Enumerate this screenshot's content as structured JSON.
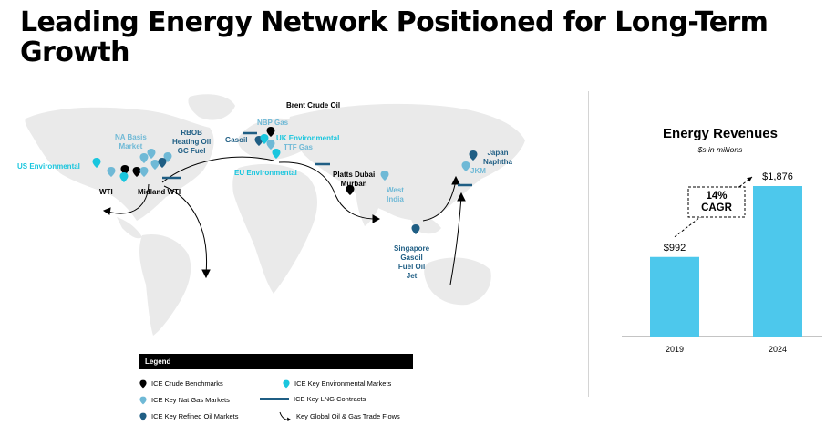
{
  "title": "Leading Energy Network Positioned for Long-Term Growth",
  "map": {
    "labels": {
      "brent": "Brent Crude Oil",
      "nbp": "NBP Gas",
      "gasoil": "Gasoil",
      "uk_env": "UK Environmental",
      "ttf": "TTF Gas",
      "eu_env": "EU Environmental",
      "na_basis": "NA Basis\nMarket",
      "rbob": "RBOB\nHeating Oil\nGC Fuel",
      "us_env": "US Environmental",
      "wti": "WTI",
      "midland": "Midland WTI",
      "platts": "Platts Dubai\nMurban",
      "west_india": "West\nIndia",
      "japan": "Japan\nNaphtha",
      "jkm": "JKM",
      "singapore": "Singapore\nGasoil\nFuel Oil\nJet"
    }
  },
  "legend": {
    "title": "Legend",
    "items": {
      "crude": "ICE Crude Benchmarks",
      "natgas": "ICE Key Nat Gas Markets",
      "refined": "ICE Key Refined Oil Markets",
      "env": "ICE Key Environmental Markets",
      "lng": "ICE Key LNG Contracts",
      "flows": "Key Global Oil & Gas Trade Flows"
    }
  },
  "colors": {
    "crude": "#000000",
    "natgas": "#6fb9d6",
    "refined": "#1f5e84",
    "environmental": "#19c6de",
    "bar": "#4dc8ec",
    "land": "#eaeaea"
  },
  "chart_data": {
    "type": "bar",
    "title": "Energy Revenues",
    "subtitle": "$s in millions",
    "categories": [
      "2019",
      "2024"
    ],
    "values": [
      992,
      1876
    ],
    "value_labels": [
      "$992",
      "$1,876"
    ],
    "annotation": "14%\nCAGR",
    "ylim": [
      0,
      2000
    ],
    "xlabel": "",
    "ylabel": "",
    "grid": false
  }
}
